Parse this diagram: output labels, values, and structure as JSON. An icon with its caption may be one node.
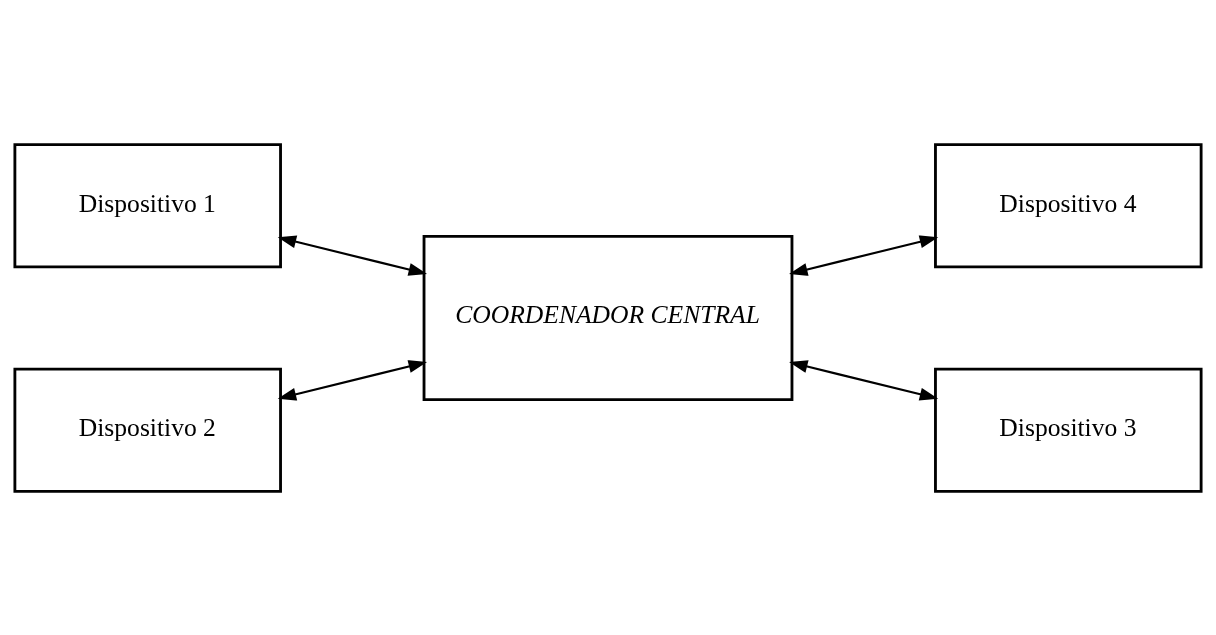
{
  "diagram": {
    "nodes": [
      {
        "text": [
          "Dispositivo 1"
        ]
      },
      {
        "text": [
          "Dispositivo 4"
        ]
      },
      {
        "text": [
          "COORDENADOR CENTRAL"
        ]
      },
      {
        "text": [
          "Dispositivo 2"
        ]
      },
      {
        "text": [
          "Dispositivo 3"
        ]
      }
    ],
    "edges": [
      {
        "from": 0,
        "to": 2,
        "arrow": "both"
      },
      {
        "from": 2,
        "to": 1,
        "arrow": "both"
      },
      {
        "from": 3,
        "to": 2,
        "arrow": "both"
      },
      {
        "from": 2,
        "to": 4,
        "arrow": "both"
      }
    ]
  }
}
